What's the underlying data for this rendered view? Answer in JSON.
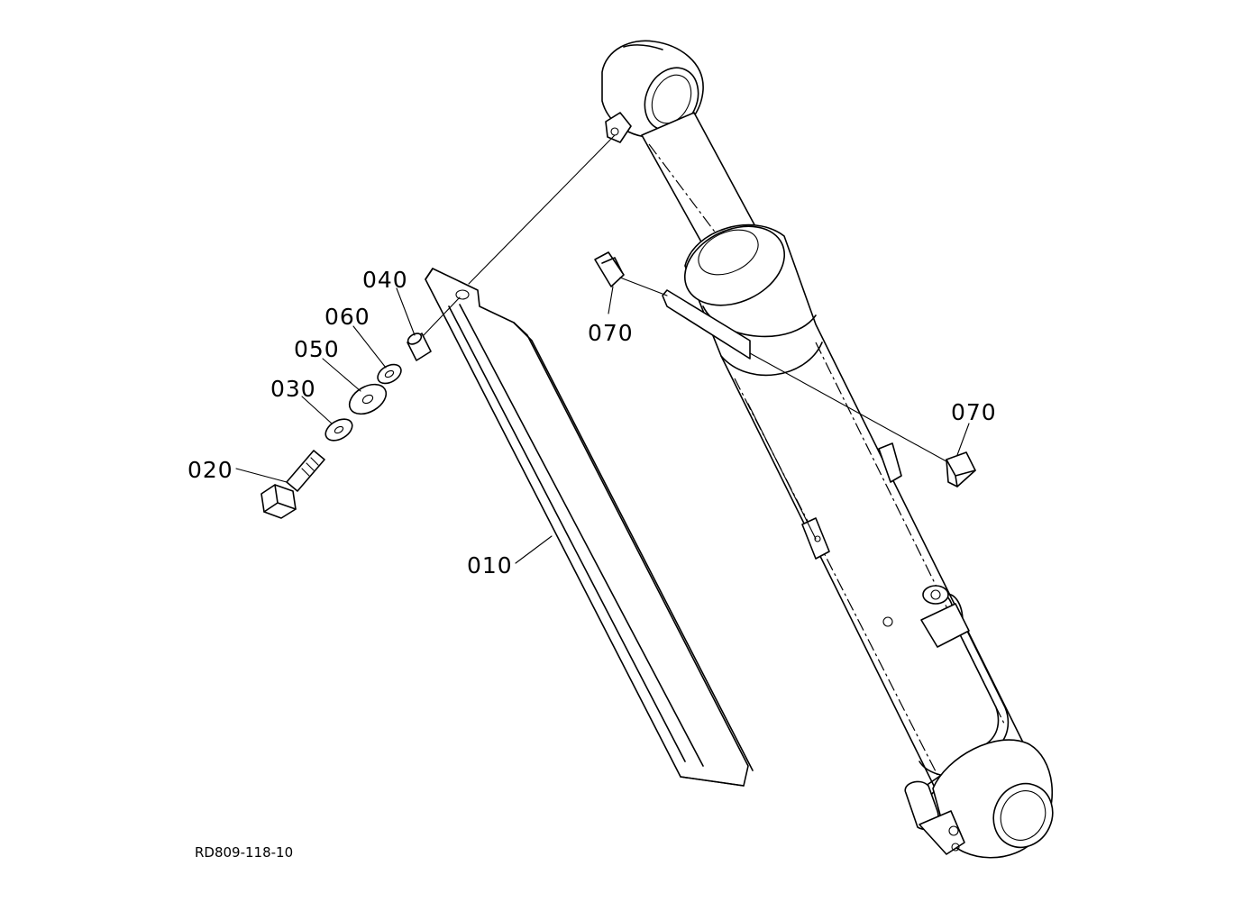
{
  "labels": {
    "p010": "010",
    "p020": "020",
    "p030": "030",
    "p040": "040",
    "p050": "050",
    "p060": "060",
    "p070a": "070",
    "p070b": "070"
  },
  "drawing_id": "RD809-118-10"
}
